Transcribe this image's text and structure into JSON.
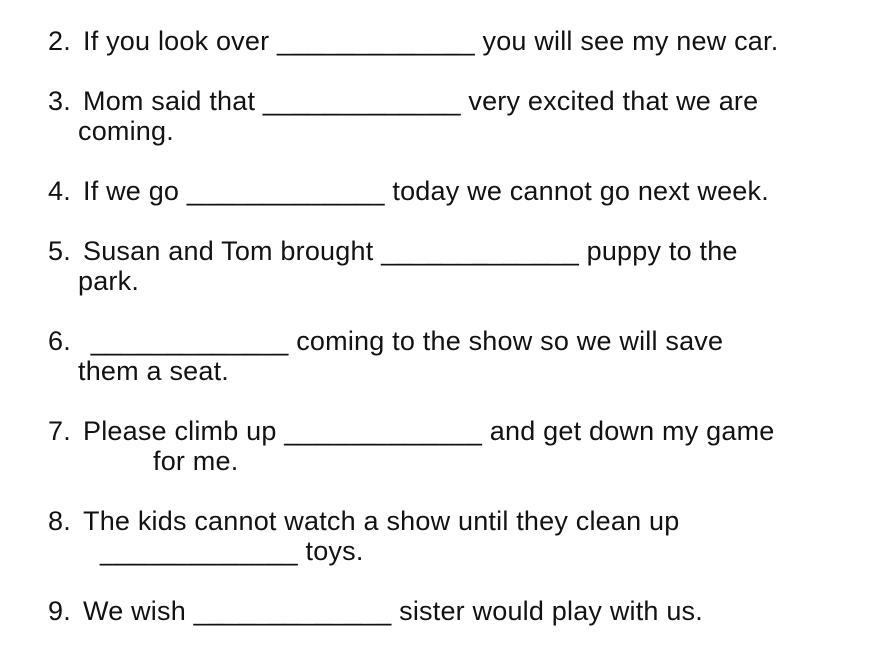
{
  "page": {
    "background": "#ffffff",
    "text_color": "#121212"
  },
  "worksheet": {
    "items": [
      {
        "number": "2.",
        "lines": [
          "If you look over _____________ you will see my new car."
        ]
      },
      {
        "number": "3.",
        "lines": [
          "Mom said that _____________ very excited that we are",
          "coming."
        ]
      },
      {
        "number": "4.",
        "lines": [
          "If we go _____________ today we cannot go next week."
        ]
      },
      {
        "number": "5.",
        "lines": [
          "Susan and Tom brought _____________ puppy to the",
          "park."
        ]
      },
      {
        "number": "6.",
        "lines": [
          " _____________ coming to the show so we will save",
          "them a seat."
        ]
      },
      {
        "number": "7.",
        "lines": [
          "Please climb up _____________ and get down my game",
          "for me."
        ]
      },
      {
        "number": "8.",
        "lines": [
          "The kids cannot watch a show until they clean up",
          "_____________ toys."
        ]
      },
      {
        "number": "9.",
        "lines": [
          "We wish _____________ sister would play with us."
        ]
      }
    ]
  }
}
